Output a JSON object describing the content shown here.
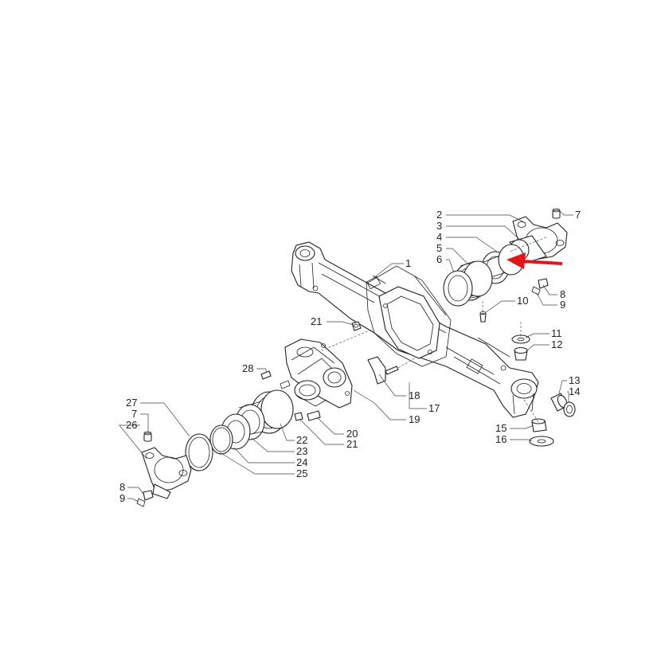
{
  "diagram": {
    "callouts": [
      {
        "id": "c1",
        "label": "1"
      },
      {
        "id": "c2",
        "label": "2"
      },
      {
        "id": "c3",
        "label": "3"
      },
      {
        "id": "c4",
        "label": "4"
      },
      {
        "id": "c5",
        "label": "5"
      },
      {
        "id": "c6",
        "label": "6"
      },
      {
        "id": "c7a",
        "label": "7"
      },
      {
        "id": "c8a",
        "label": "8"
      },
      {
        "id": "c9a",
        "label": "9"
      },
      {
        "id": "c10",
        "label": "10"
      },
      {
        "id": "c11",
        "label": "11"
      },
      {
        "id": "c12",
        "label": "12"
      },
      {
        "id": "c13",
        "label": "13"
      },
      {
        "id": "c14",
        "label": "14"
      },
      {
        "id": "c15",
        "label": "15"
      },
      {
        "id": "c16",
        "label": "16"
      },
      {
        "id": "c17",
        "label": "17"
      },
      {
        "id": "c18",
        "label": "18"
      },
      {
        "id": "c19",
        "label": "19"
      },
      {
        "id": "c20",
        "label": "20"
      },
      {
        "id": "c21a",
        "label": "21"
      },
      {
        "id": "c21b",
        "label": "21"
      },
      {
        "id": "c22",
        "label": "22"
      },
      {
        "id": "c23",
        "label": "23"
      },
      {
        "id": "c24",
        "label": "24"
      },
      {
        "id": "c25",
        "label": "25"
      },
      {
        "id": "c26",
        "label": "26"
      },
      {
        "id": "c27",
        "label": "27"
      },
      {
        "id": "c28",
        "label": "28"
      },
      {
        "id": "c7b",
        "label": "7"
      },
      {
        "id": "c8b",
        "label": "8"
      },
      {
        "id": "c9b",
        "label": "9"
      }
    ],
    "arrow_color": "#e0161b",
    "line_color": "#222222"
  }
}
